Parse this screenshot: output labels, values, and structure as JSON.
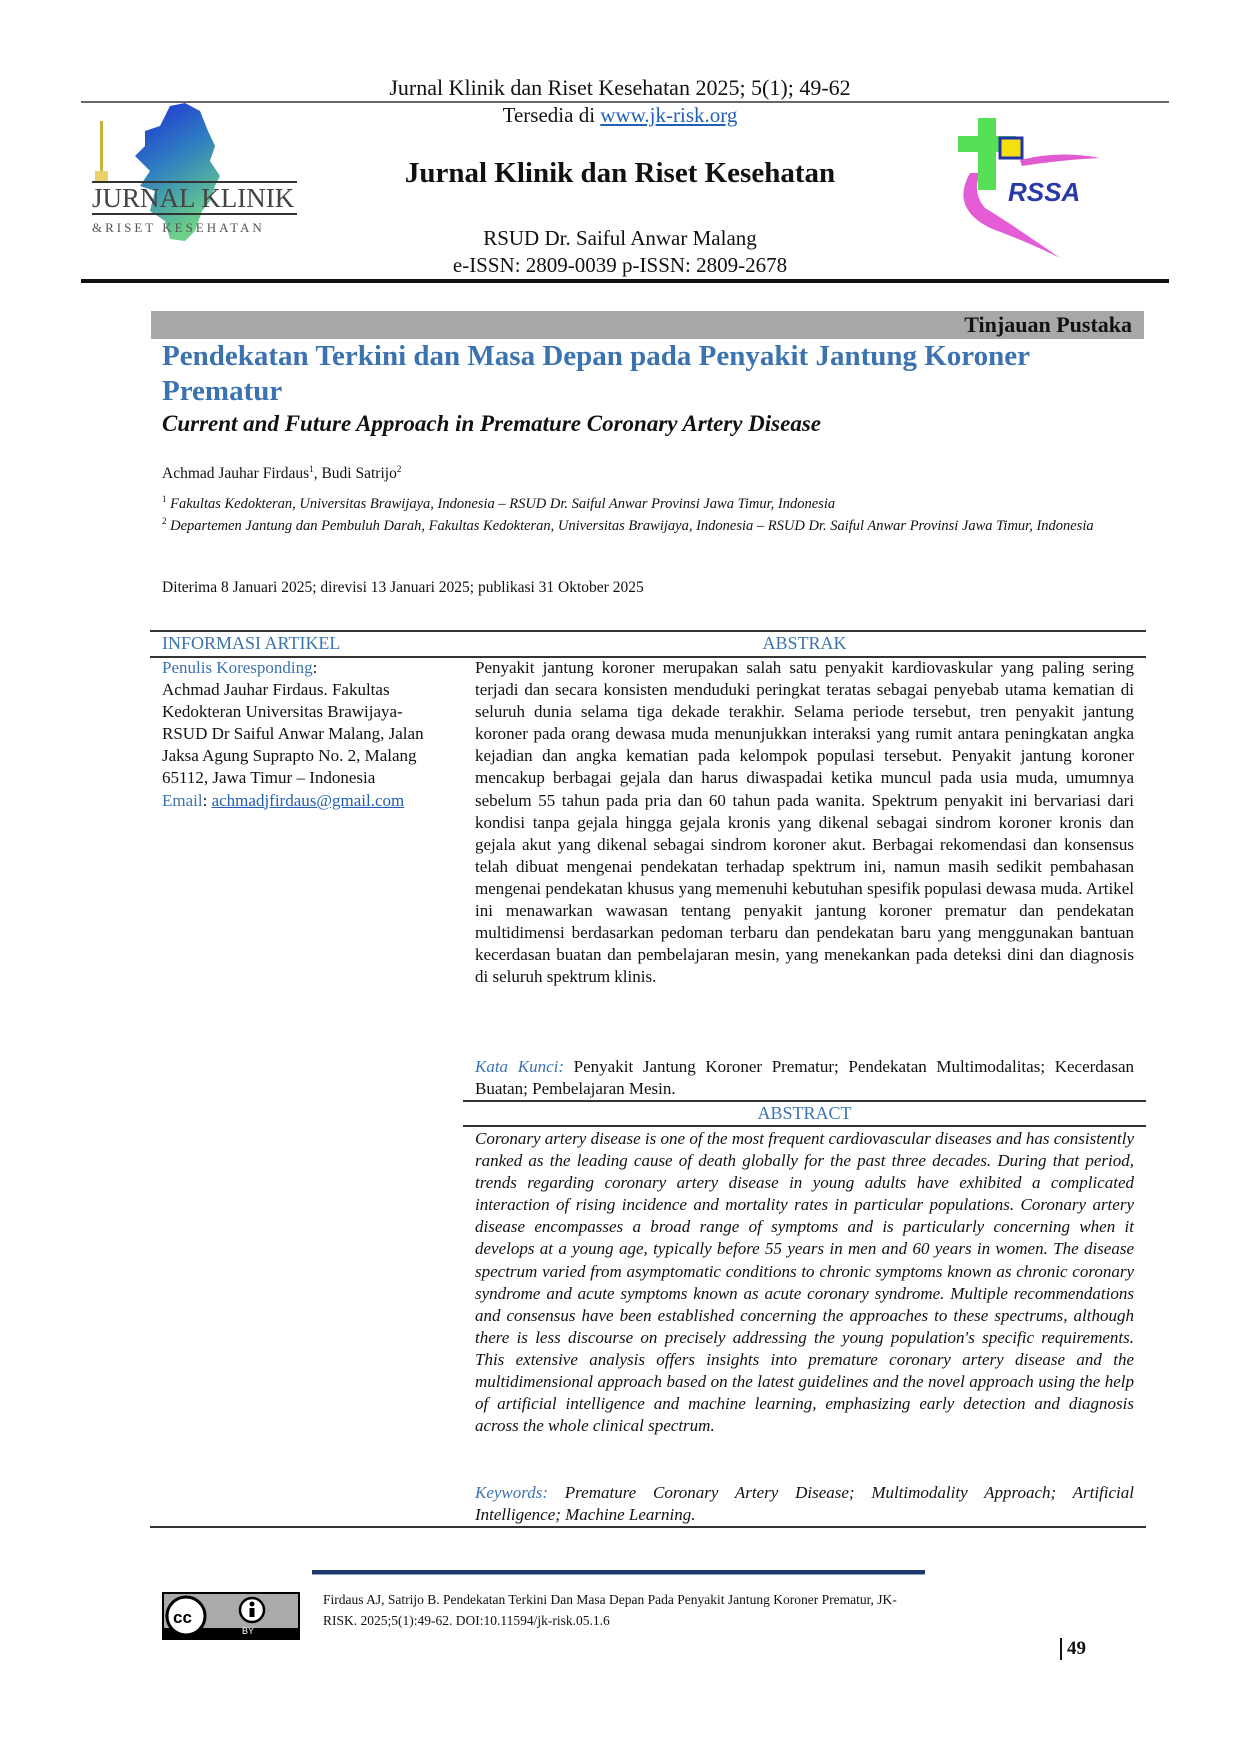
{
  "header": {
    "citation_line": "Jurnal Klinik dan Riset Kesehatan 2025; 5(1); 49-62",
    "available_prefix": "Tersedia di ",
    "available_link": "www.jk-risk.org",
    "journal_title": "Jurnal Klinik dan Riset Kesehatan",
    "institution": "RSUD Dr. Saiful Anwar Malang",
    "issn": "e-ISSN: 2809-0039 p-ISSN: 2809-2678",
    "left_logo": {
      "line1": "JURNAL KLINIK",
      "line2": "&RISET KESEHATAN"
    },
    "right_logo": {
      "text": "RSSA"
    }
  },
  "article": {
    "type": "Tinjauan Pustaka",
    "title": "Pendekatan Terkini dan Masa Depan pada Penyakit Jantung Koroner Prematur",
    "subtitle": "Current and Future Approach in Premature Coronary Artery Disease",
    "author1": "Achmad Jauhar Firdaus",
    "author1_sup": "1",
    "author_sep": ", ",
    "author2": "Budi Satrijo",
    "author2_sup": "2",
    "affiliation1_sup": "1",
    "affiliation1": "Fakultas Kedokteran, Universitas Brawijaya, Indonesia – RSUD Dr. Saiful Anwar Provinsi Jawa Timur, Indonesia",
    "affiliation2_sup": "2",
    "affiliation2": "Departemen Jantung dan Pembuluh Darah, Fakultas Kedokteran, Universitas Brawijaya, Indonesia – RSUD Dr. Saiful Anwar Provinsi Jawa Timur, Indonesia",
    "dates": "Diterima 8 Januari 2025; direvisi 13 Januari 2025; publikasi 31 Oktober 2025"
  },
  "info": {
    "heading": "INFORMASI ARTIKEL",
    "corresponding_label": "Penulis Koresponding",
    "colon": ":",
    "corresponding_text": "Achmad Jauhar Firdaus. Fakultas Kedokteran Universitas Brawijaya-RSUD Dr Saiful Anwar Malang, Jalan Jaksa Agung Suprapto No. 2, Malang 65112, Jawa Timur – Indonesia",
    "email_label": "Email",
    "email": "achmadjfirdaus@gmail.com"
  },
  "abstrak": {
    "heading": "ABSTRAK",
    "text": "Penyakit jantung koroner merupakan salah satu penyakit kardiovaskular yang paling sering terjadi dan secara konsisten menduduki peringkat teratas sebagai penyebab utama kematian di seluruh dunia selama tiga dekade terakhir. Selama periode tersebut, tren penyakit jantung koroner pada orang dewasa muda menunjukkan interaksi yang rumit antara peningkatan angka kejadian dan angka kematian pada kelompok populasi tersebut. Penyakit jantung koroner mencakup berbagai gejala dan harus diwaspadai ketika muncul pada usia muda, umumnya sebelum 55 tahun pada pria dan 60 tahun pada wanita. Spektrum penyakit ini bervariasi dari kondisi tanpa gejala hingga gejala kronis yang dikenal sebagai sindrom koroner kronis dan gejala akut yang dikenal sebagai sindrom koroner akut. Berbagai rekomendasi dan konsensus telah dibuat mengenai pendekatan terhadap spektrum ini, namun masih sedikit pembahasan mengenai pendekatan khusus yang memenuhi kebutuhan spesifik populasi dewasa muda. Artikel ini menawarkan wawasan tentang penyakit jantung koroner prematur dan pendekatan multidimensi berdasarkan pedoman terbaru dan pendekatan baru yang menggunakan bantuan kecerdasan buatan dan pembelajaran mesin, yang menekankan pada deteksi dini dan diagnosis di seluruh spektrum klinis.",
    "keywords_label": "Kata Kunci:",
    "keywords": "Penyakit Jantung Koroner Prematur; Pendekatan Multimodalitas; Kecerdasan Buatan; Pembelajaran Mesin."
  },
  "abstract": {
    "heading": "ABSTRACT",
    "text": "Coronary artery disease is one of the most frequent cardiovascular diseases and has consistently ranked as the leading cause of death globally for the past three decades. During that period, trends regarding coronary artery disease in young adults have exhibited a complicated interaction of rising incidence and mortality rates in particular populations. Coronary artery disease encompasses a broad range of symptoms and is particularly concerning when it develops at a young age, typically before 55 years in men and 60 years in women. The disease spectrum varied from asymptomatic conditions to chronic symptoms known as chronic coronary syndrome and acute symptoms known as acute coronary syndrome. Multiple recommendations and consensus have been established concerning the approaches to these spectrums, although there is less discourse on precisely addressing the young population's specific requirements. This extensive analysis offers insights into premature coronary artery disease and the multidimensional approach based on the latest guidelines and the novel approach using the help of artificial intelligence and machine learning, emphasizing early detection and diagnosis across the whole clinical spectrum.",
    "keywords_label": "Keywords:",
    "keywords": "Premature Coronary Artery Disease; Multimodality Approach; Artificial Intelligence; Machine Learning."
  },
  "footer": {
    "license_badge": "BY",
    "citation": "Firdaus AJ, Satrijo B. Pendekatan Terkini Dan Masa Depan Pada Penyakit Jantung Koroner Prematur, JK-RISK. 2025;5(1):49-62. DOI:10.11594/jk-risk.05.1.6",
    "page_number": "49"
  },
  "colors": {
    "accent_blue": "#3b73b0",
    "band_gray": "#a9a7a7",
    "footer_rule": "#1f3a6e"
  }
}
